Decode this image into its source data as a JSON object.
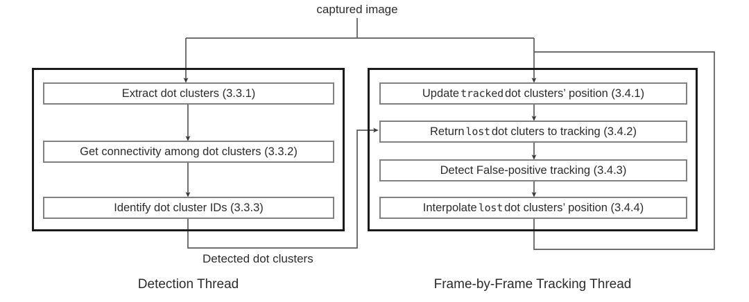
{
  "diagram": {
    "title_label": "captured image",
    "edge_labels": {
      "detected_clusters": "Detected dot clusters"
    },
    "threads": [
      {
        "id": "detection",
        "label": "Detection Thread",
        "steps": [
          {
            "pre": "Extract dot clusters (3.3.1)",
            "mono": "",
            "post": ""
          },
          {
            "pre": "Get connectivity among dot clusters (3.3.2)",
            "mono": "",
            "post": ""
          },
          {
            "pre": "Identify dot cluster IDs (3.3.3)",
            "mono": "",
            "post": ""
          }
        ]
      },
      {
        "id": "tracking",
        "label": "Frame-by-Frame Tracking Thread",
        "steps": [
          {
            "pre": "Update ",
            "mono": "tracked",
            "post": " dot clusters’ position (3.4.1)"
          },
          {
            "pre": "Return ",
            "mono": "lost",
            "post": " dot cluters to tracking (3.4.2)"
          },
          {
            "pre": "Detect False-positive tracking (3.4.3)",
            "mono": "",
            "post": ""
          },
          {
            "pre": "Interpolate ",
            "mono": "lost",
            "post": " dot clusters’ position (3.4.4)"
          }
        ]
      }
    ],
    "colors": {
      "outer_border": "#1a1a1a",
      "inner_border": "#808080",
      "wire": "#5a5a5a",
      "text": "#2b2b2b",
      "background": "#ffffff"
    }
  }
}
